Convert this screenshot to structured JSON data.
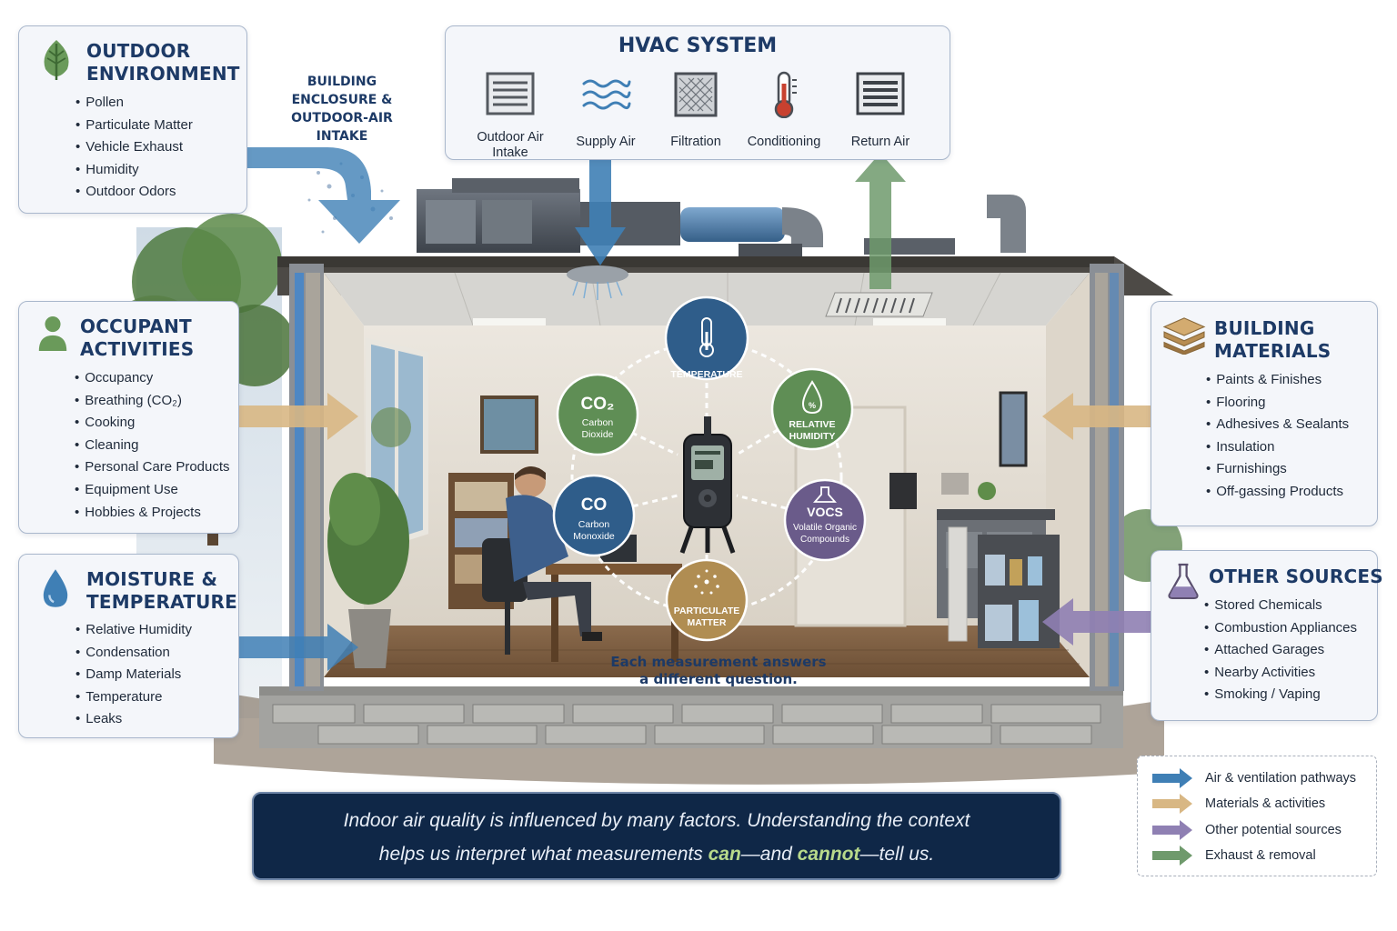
{
  "colors": {
    "navy": "#1d3a66",
    "air_blue": "#3f7fb5",
    "materials_tan": "#d8b784",
    "other_purple": "#8f80b3",
    "exhaust_green": "#6f9a6c",
    "sensor_blue": "#2f5d8a",
    "sensor_green": "#5f8e55",
    "sensor_purple": "#6a5b8a",
    "sensor_tan": "#b08d52",
    "caption_bg": "#0f2747",
    "caption_highlight": "#b7d98b"
  },
  "outdoor": {
    "title_line1": "OUTDOOR",
    "title_line2": "ENVIRONMENT",
    "icon": "leaf-icon",
    "items": [
      "Pollen",
      "Particulate Matter",
      "Vehicle Exhaust",
      "Humidity",
      "Outdoor Odors"
    ]
  },
  "occupant": {
    "title_line1": "OCCUPANT",
    "title_line2": "ACTIVITIES",
    "icon": "person-icon",
    "items": [
      "Occupancy",
      "Breathing (CO₂)",
      "Cooking",
      "Cleaning",
      "Personal Care Products",
      "Equipment Use",
      "Hobbies & Projects"
    ]
  },
  "moisture": {
    "title_line1": "MOISTURE &",
    "title_line2": "TEMPERATURE",
    "icon": "water-drop-icon",
    "items": [
      "Relative Humidity",
      "Condensation",
      "Damp Materials",
      "Temperature",
      "Leaks"
    ]
  },
  "materials": {
    "title_line1": "BUILDING",
    "title_line2": "MATERIALS",
    "icon": "material-layers-icon",
    "items": [
      "Paints & Finishes",
      "Flooring",
      "Adhesives & Sealants",
      "Insulation",
      "Furnishings",
      "Off-gassing Products"
    ]
  },
  "other": {
    "title": "OTHER SOURCES",
    "icon": "flask-icon",
    "items": [
      "Stored Chemicals",
      "Combustion Appliances",
      "Attached Garages",
      "Nearby Activities",
      "Smoking / Vaping"
    ]
  },
  "hvac": {
    "title": "HVAC SYSTEM",
    "items": [
      {
        "label_line1": "Outdoor Air",
        "label_line2": "Intake",
        "icon": "louver-vent-icon"
      },
      {
        "label_line1": "Supply Air",
        "label_line2": "",
        "icon": "air-waves-icon"
      },
      {
        "label_line1": "Filtration",
        "label_line2": "",
        "icon": "filter-icon"
      },
      {
        "label_line1": "Conditioning",
        "label_line2": "",
        "icon": "thermometer-icon"
      },
      {
        "label_line1": "Return Air",
        "label_line2": "",
        "icon": "return-grille-icon"
      }
    ]
  },
  "intake_label": {
    "line1": "BUILDING",
    "line2": "ENCLOSURE &",
    "line3": "OUTDOOR-AIR INTAKE"
  },
  "sensors": {
    "temperature": {
      "title": "TEMPERATURE",
      "icon": "thermometer-icon"
    },
    "co2": {
      "title": "CO₂",
      "sub_line1": "Carbon",
      "sub_line2": "Dioxide"
    },
    "humidity": {
      "title_line1": "RELATIVE",
      "title_line2": "HUMIDITY",
      "icon": "humidity-drop-icon"
    },
    "co": {
      "title": "CO",
      "sub_line1": "Carbon",
      "sub_line2": "Monoxide"
    },
    "vocs": {
      "title": "VOCS",
      "sub_line1": "Volatile Organic",
      "sub_line2": "Compounds",
      "icon": "voc-flask-icon"
    },
    "pm": {
      "title_line1": "PARTICULATE",
      "title_line2": "MATTER",
      "icon": "particles-icon"
    }
  },
  "question": {
    "line1": "Each measurement answers",
    "line2": "a different question."
  },
  "caption": {
    "line1": "Indoor air quality is influenced by many factors. Understanding the context",
    "line2_before": "helps us interpret what measurements ",
    "can": "can",
    "mid": "—and ",
    "cannot": "cannot",
    "after": "—tell us."
  },
  "legend": {
    "items": [
      {
        "label": "Air & ventilation pathways",
        "color": "#3f7fb5"
      },
      {
        "label": "Materials & activities",
        "color": "#d8b784"
      },
      {
        "label": "Other potential sources",
        "color": "#8f80b3"
      },
      {
        "label": "Exhaust & removal",
        "color": "#6f9a6c"
      }
    ]
  }
}
